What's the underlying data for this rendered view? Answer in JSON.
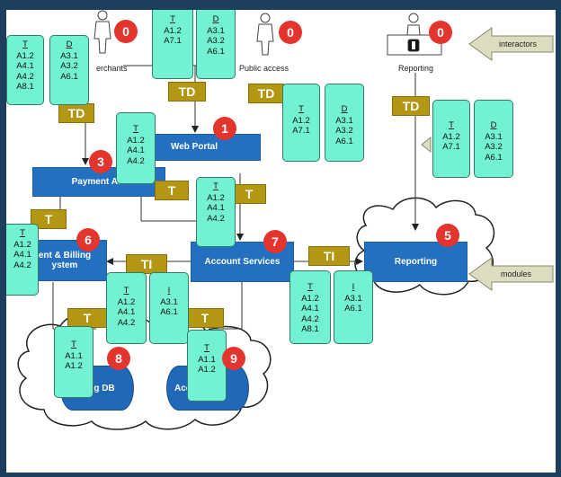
{
  "nodes": {
    "merchants": {
      "label": "erchants",
      "badge": "0"
    },
    "public_access": {
      "label": "Public access",
      "badge": "0"
    },
    "reporting_user": {
      "label": "Reporting",
      "badge": "0"
    },
    "web_portal": {
      "label": "Web Portal",
      "badge": "1"
    },
    "payment_api": {
      "label": "Payment API",
      "badge": "3"
    },
    "billing": {
      "label_line1": "ent & Billing",
      "label_line2": "ystem",
      "badge": "6"
    },
    "account_services": {
      "label": "Account Services",
      "badge": "7"
    },
    "reporting_module": {
      "label": "Reporting",
      "badge": "5"
    },
    "billing_db": {
      "label": "g DB",
      "badge": "8"
    },
    "account_db": {
      "label": "Acc",
      "badge": "9"
    }
  },
  "legend": {
    "interactors": "interactors",
    "modules": "modules"
  },
  "cards": {
    "merchant_t": {
      "heading": "T",
      "items": [
        "A1.2",
        "A4.1",
        "A4.2",
        "A8.1"
      ]
    },
    "merchant_d": {
      "heading": "D",
      "items": [
        "A3.1",
        "A3.2",
        "A6.1"
      ]
    },
    "top_t": {
      "heading": "T",
      "items": [
        "A1.2",
        "A7.1"
      ]
    },
    "top_d": {
      "heading": "D",
      "items": [
        "A3.1",
        "A3.2",
        "A6.1"
      ]
    },
    "public_t": {
      "heading": "T",
      "items": [
        "A1.2",
        "A7.1"
      ]
    },
    "public_d": {
      "heading": "D",
      "items": [
        "A3.1",
        "A3.2",
        "A6.1"
      ]
    },
    "report_t": {
      "heading": "T",
      "items": [
        "A1.2",
        "A7.1"
      ]
    },
    "report_d": {
      "heading": "D",
      "items": [
        "A3.1",
        "A3.2",
        "A6.1"
      ]
    },
    "api_t": {
      "heading": "T",
      "items": [
        "A1.2",
        "A4.1",
        "A4.2"
      ]
    },
    "acct_t": {
      "heading": "T",
      "items": [
        "A1.2",
        "A4.1",
        "A4.2"
      ]
    },
    "billing_t": {
      "heading": "T",
      "items": [
        "A1.2",
        "A4.1",
        "A4.2"
      ]
    },
    "ti_left_t": {
      "heading": "T",
      "items": [
        "A1.2",
        "A4.1",
        "A4.2"
      ]
    },
    "ti_left_i": {
      "heading": "I",
      "items": [
        "A3.1",
        "A6.1"
      ]
    },
    "ti_right_t": {
      "heading": "T",
      "items": [
        "A1.2",
        "A4.1",
        "A4.2",
        "A8.1"
      ]
    },
    "ti_right_i": {
      "heading": "I",
      "items": [
        "A3.1",
        "A6.1"
      ]
    },
    "db1_t": {
      "heading": "T",
      "items": [
        "A1.1",
        "A1.2"
      ]
    },
    "db2_t": {
      "heading": "T",
      "items": [
        "A1.1",
        "A1.2"
      ]
    }
  },
  "tags": {
    "td_merchant": "TD",
    "td_top": "TD",
    "td_public": "TD",
    "td_report": "TD",
    "t_api": "T",
    "t_acct": "T",
    "t_billing": "T",
    "ti_left": "TI",
    "ti_right": "TI",
    "t_db1": "T",
    "t_db2": "T"
  }
}
